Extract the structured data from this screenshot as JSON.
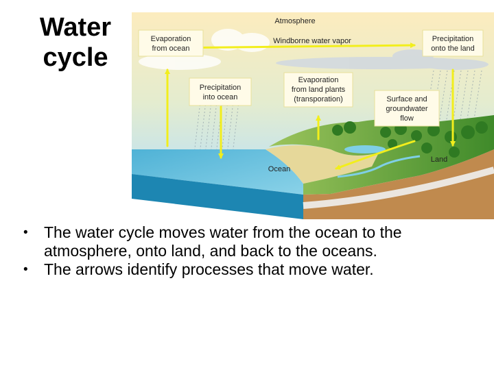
{
  "slide": {
    "title": "Water cycle",
    "bullets": [
      "The water cycle moves water from the ocean to the atmosphere, onto land, and back to the oceans.",
      "The arrows identify processes that move water."
    ]
  },
  "diagram": {
    "labels": {
      "atmosphere": "Atmosphere",
      "windborne": "Windborne water vapor",
      "evap_ocean": [
        "Evaporation",
        "from ocean"
      ],
      "precip_land": [
        "Precipitation",
        "onto the land"
      ],
      "precip_ocean": [
        "Precipitation",
        "into ocean"
      ],
      "evap_plants": [
        "Evaporation",
        "from land plants",
        "(transporation)"
      ],
      "surface_flow": [
        "Surface and",
        "groundwater",
        "flow"
      ],
      "ocean": "Ocean",
      "land": "Land"
    },
    "colors": {
      "arrow": "#f2ee1c",
      "sky_top": "#fcecbe",
      "sky_bottom": "#bfe2f2",
      "ocean": "#5ab8d8",
      "land_green": "#6ca83c",
      "soil": "#c08a4e",
      "label_box": "#fffbe8",
      "label_box_border": "#e8e09a"
    }
  }
}
